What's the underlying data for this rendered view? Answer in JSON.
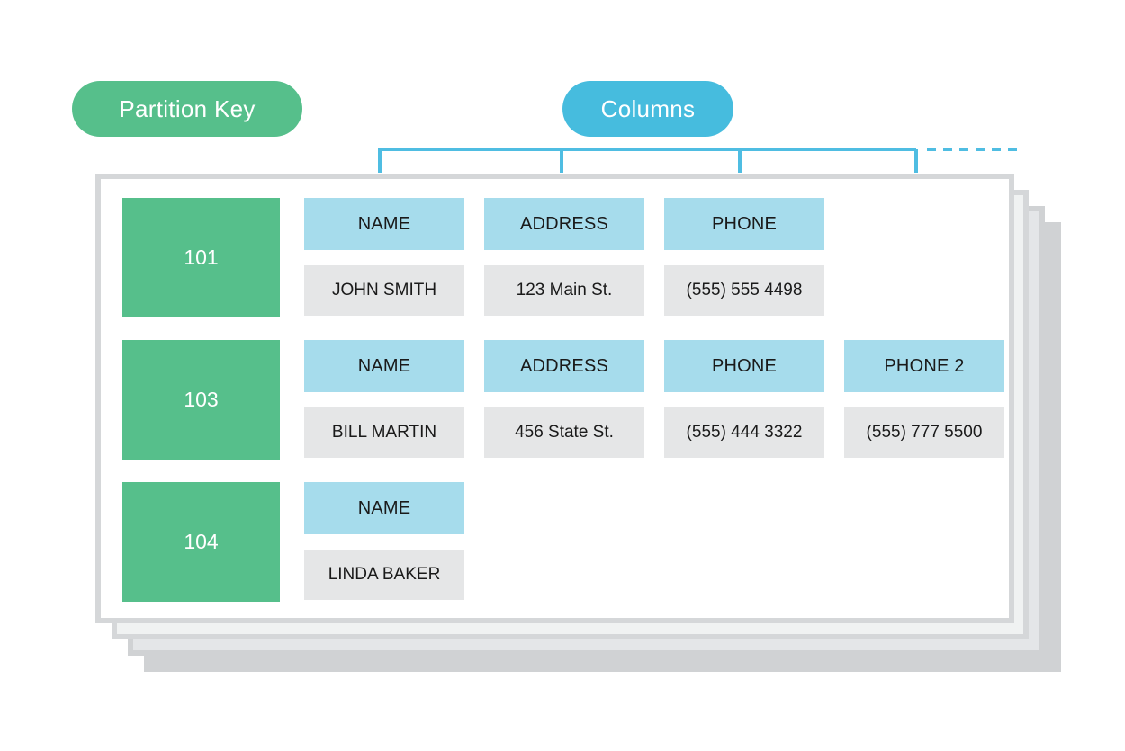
{
  "legend": {
    "partition_key": {
      "label": "Partition Key",
      "color": "#56bf8b"
    },
    "columns": {
      "label": "Columns",
      "color": "#46bcde"
    }
  },
  "bracket": {
    "color": "#4fbde2",
    "tick_count": 4,
    "dashed_continuation": true
  },
  "palette": {
    "partition_cell": "#56bf8b",
    "column_header": "#a6dcec",
    "column_value": "#e5e6e7",
    "card_border": "#d5d7d9",
    "card_background": "#ffffff",
    "stack_layer_1": "#f0f2f2",
    "stack_layer_2": "#e4e6e8",
    "stack_layer_3": "#d0d2d4"
  },
  "table": {
    "rows": [
      {
        "partition_key": "101",
        "columns": [
          {
            "header": "NAME",
            "value": "JOHN SMITH"
          },
          {
            "header": "ADDRESS",
            "value": "123 Main St."
          },
          {
            "header": "PHONE",
            "value": "(555) 555 4498"
          }
        ]
      },
      {
        "partition_key": "103",
        "columns": [
          {
            "header": "NAME",
            "value": "BILL MARTIN"
          },
          {
            "header": "ADDRESS",
            "value": "456 State St."
          },
          {
            "header": "PHONE",
            "value": "(555) 444 3322"
          },
          {
            "header": "PHONE 2",
            "value": "(555) 777 5500"
          }
        ]
      },
      {
        "partition_key": "104",
        "columns": [
          {
            "header": "NAME",
            "value": "LINDA BAKER"
          }
        ]
      }
    ]
  }
}
